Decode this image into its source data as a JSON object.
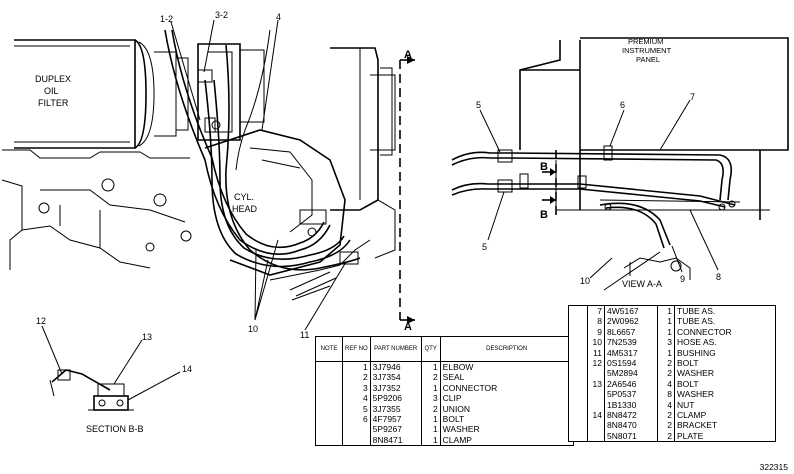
{
  "labels": {
    "duplex_oil_filter": [
      "DUPLEX",
      "OIL",
      "FILTER"
    ],
    "cyl_head": [
      "CYL.",
      "HEAD"
    ],
    "premium_panel": [
      "PREMIUM",
      "INSTRUMENT",
      "PANEL"
    ],
    "view_aa": "VIEW  A-A",
    "section_bb": "SECTION  B-B",
    "section_a": "A",
    "section_b": "B",
    "drawing_number": "322315"
  },
  "callouts": {
    "c1_2": "1-2",
    "c3_2": "3-2",
    "c4": "4",
    "c5a": "5",
    "c5b": "5",
    "c6": "6",
    "c7": "7",
    "c8": "8",
    "c9": "9",
    "c10a": "10",
    "c10b": "10",
    "c11": "11",
    "c12": "12",
    "c13": "13",
    "c14": "14"
  },
  "table_left": {
    "headers": [
      "NOTE",
      "REF NO",
      "PART NUMBER",
      "QTY",
      "DESCRIPTION"
    ],
    "rows": [
      {
        "note": "",
        "ref": "1",
        "part": "3J7946",
        "qty": "1",
        "desc": "ELBOW"
      },
      {
        "note": "",
        "ref": "2",
        "part": "3J7354",
        "qty": "2",
        "desc": "SEAL"
      },
      {
        "note": "",
        "ref": "3",
        "part": "3J7352",
        "qty": "1",
        "desc": "CONNECTOR"
      },
      {
        "note": "",
        "ref": "4",
        "part": "5P9206",
        "qty": "3",
        "desc": "CLIP"
      },
      {
        "note": "",
        "ref": "5",
        "part": "3J7355",
        "qty": "2",
        "desc": "UNION"
      },
      {
        "note": "",
        "ref": "6",
        "part": "4F7957",
        "qty": "1",
        "desc": "BOLT"
      },
      {
        "note": "",
        "ref": "",
        "part": "5P9267",
        "qty": "1",
        "desc": "WASHER"
      },
      {
        "note": "",
        "ref": "",
        "part": "8N8471",
        "qty": "1",
        "desc": "CLAMP"
      }
    ]
  },
  "table_right": {
    "rows": [
      {
        "note": "",
        "ref": "7",
        "part": "4W5167",
        "qty": "1",
        "desc": "TUBE  AS."
      },
      {
        "note": "",
        "ref": "8",
        "part": "2W0962",
        "qty": "1",
        "desc": "TUBE  AS."
      },
      {
        "note": "",
        "ref": "9",
        "part": "8L6657",
        "qty": "1",
        "desc": "CONNECTOR"
      },
      {
        "note": "",
        "ref": "10",
        "part": "7N2539",
        "qty": "3",
        "desc": "HOSE  AS."
      },
      {
        "note": "",
        "ref": "11",
        "part": "4M5317",
        "qty": "1",
        "desc": "BUSHING"
      },
      {
        "note": "",
        "ref": "12",
        "part": "0S1594",
        "qty": "2",
        "desc": "BOLT"
      },
      {
        "note": "",
        "ref": "",
        "part": "5M2894",
        "qty": "2",
        "desc": "WASHER"
      },
      {
        "note": "",
        "ref": "13",
        "part": "2A6546",
        "qty": "4",
        "desc": "BOLT"
      },
      {
        "note": "",
        "ref": "",
        "part": "5P0537",
        "qty": "8",
        "desc": "WASHER"
      },
      {
        "note": "",
        "ref": "",
        "part": "1B1330",
        "qty": "4",
        "desc": "NUT"
      },
      {
        "note": "",
        "ref": "14",
        "part": "8N8472",
        "qty": "2",
        "desc": "CLAMP"
      },
      {
        "note": "",
        "ref": "",
        "part": "8N8470",
        "qty": "2",
        "desc": "BRACKET"
      },
      {
        "note": "",
        "ref": "",
        "part": "5N8071",
        "qty": "2",
        "desc": "PLATE"
      }
    ]
  }
}
